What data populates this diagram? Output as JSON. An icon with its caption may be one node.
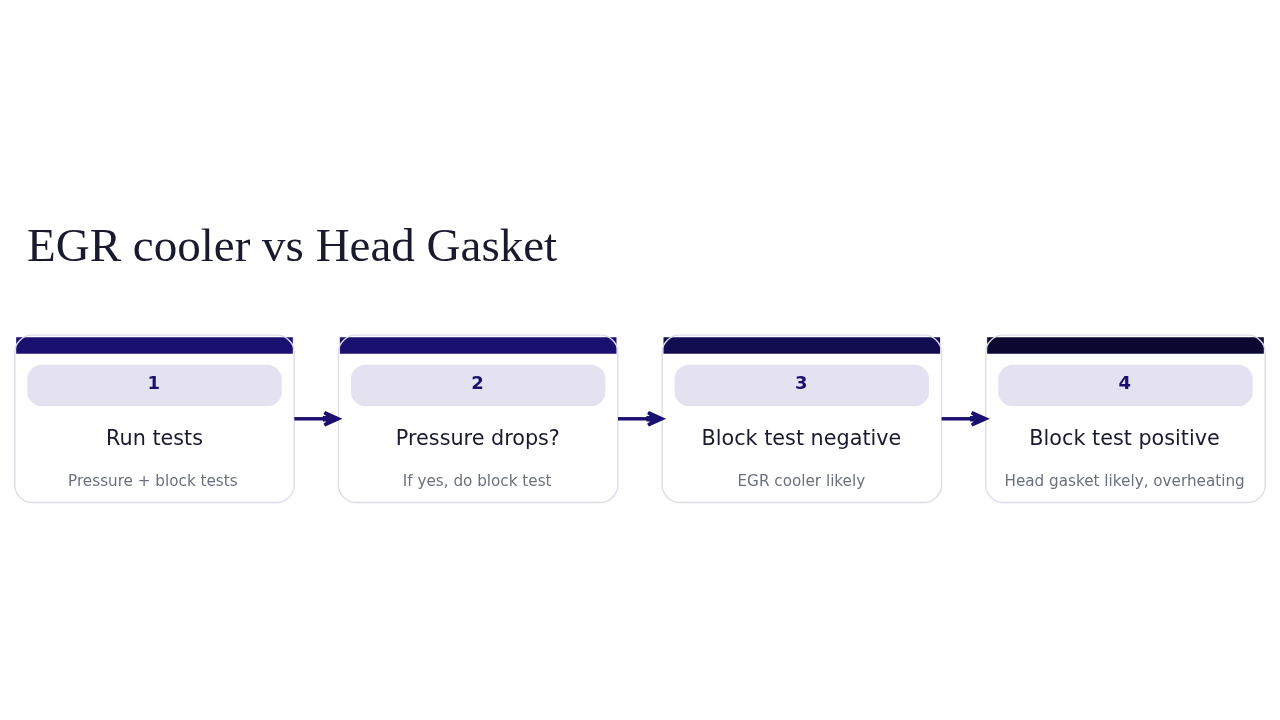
{
  "diagram": {
    "title": "EGR cooler vs Head Gasket",
    "nodes": [
      {
        "text": [
          "1",
          "Run tests",
          "Pressure + block tests"
        ]
      },
      {
        "text": [
          "2",
          "Pressure drops?",
          "If yes, do block test"
        ]
      },
      {
        "text": [
          "3",
          "Block test negative",
          "EGR cooler likely"
        ]
      },
      {
        "text": [
          "4",
          "Block test positive",
          "Head gasket likely, overheating"
        ]
      }
    ],
    "edges": [
      {
        "from": 0,
        "to": 1,
        "arrow": "to"
      },
      {
        "from": 1,
        "to": 2,
        "arrow": "to"
      },
      {
        "from": 2,
        "to": 3,
        "arrow": "to"
      }
    ]
  }
}
